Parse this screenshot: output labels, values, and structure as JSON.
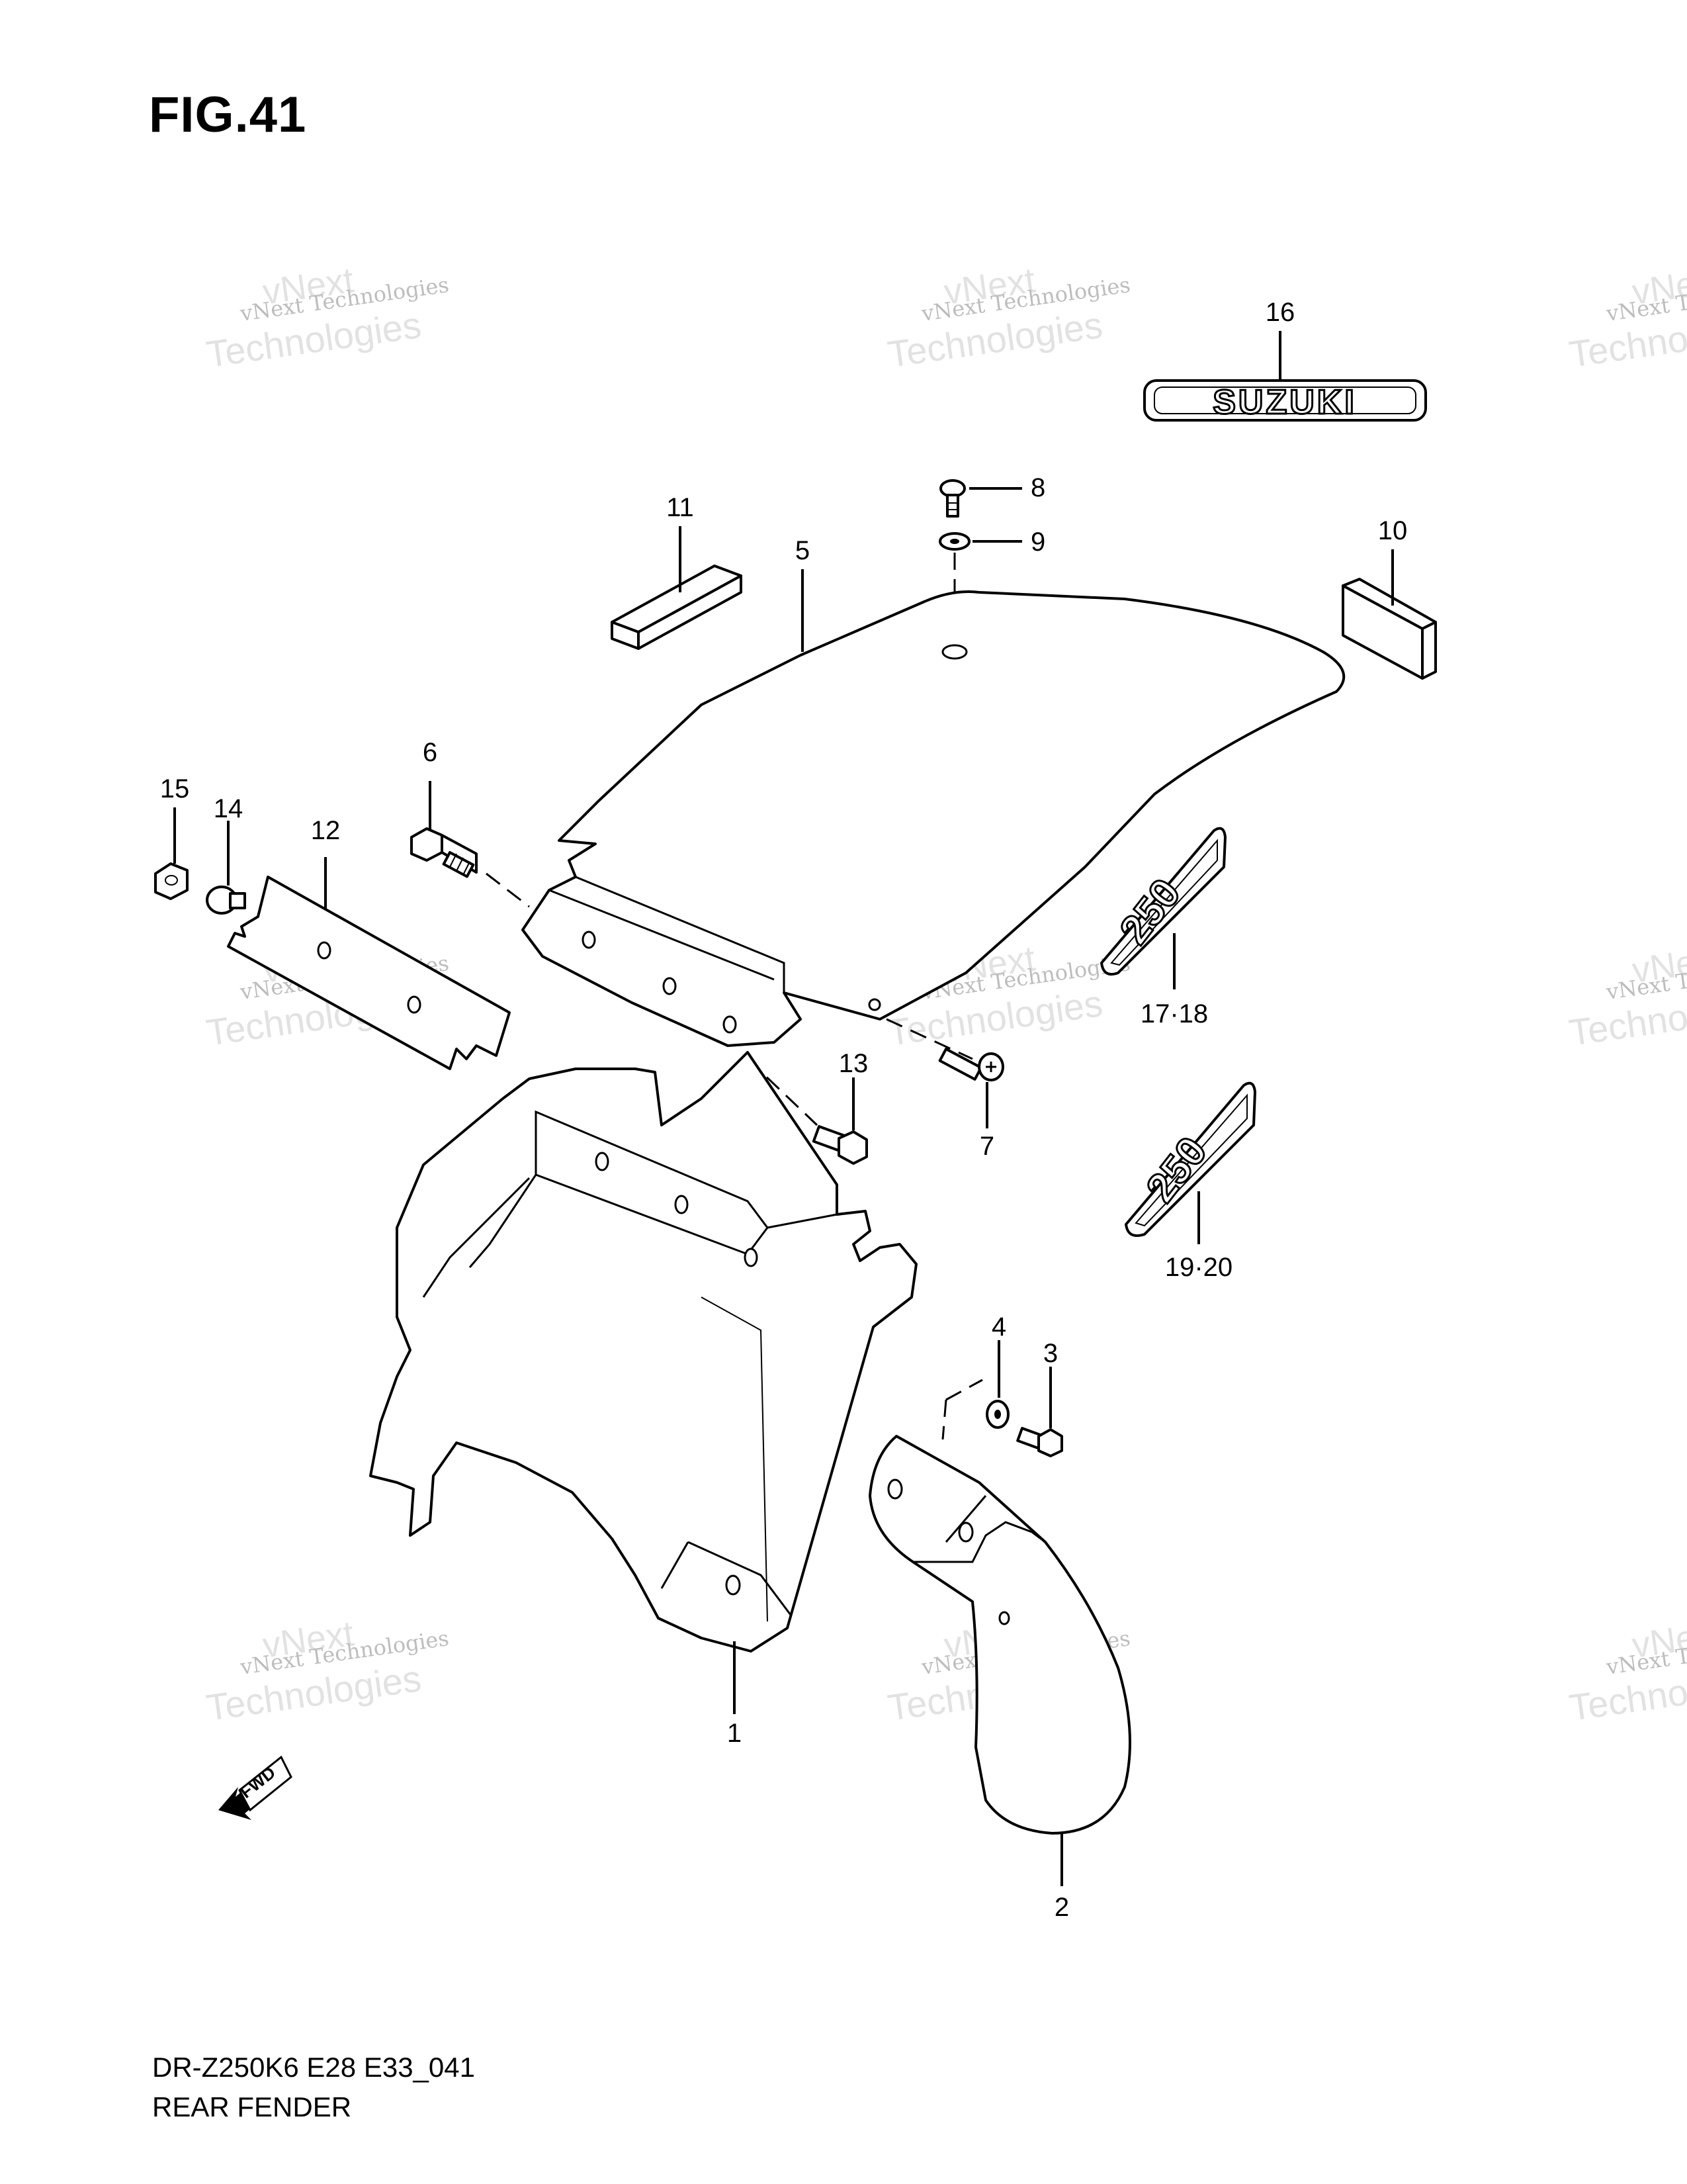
{
  "figure": {
    "title": "FIG.41",
    "code": "DR-Z250K6 E28 E33_041",
    "name": "REAR FENDER"
  },
  "brand_emblem": "SUZUKI",
  "callouts": {
    "c1": "1",
    "c2": "2",
    "c3": "3",
    "c4": "4",
    "c5": "5",
    "c6": "6",
    "c7": "7",
    "c8": "8",
    "c9": "9",
    "c10": "10",
    "c11": "11",
    "c12": "12",
    "c13": "13",
    "c14": "14",
    "c15": "15",
    "c16": "16",
    "c17_18": "17·18",
    "c19_20": "19·20"
  },
  "fwd_label": "FWD",
  "watermark": {
    "line1": "vNext",
    "line2": "vNext Technologies",
    "line3": "Technologies"
  }
}
